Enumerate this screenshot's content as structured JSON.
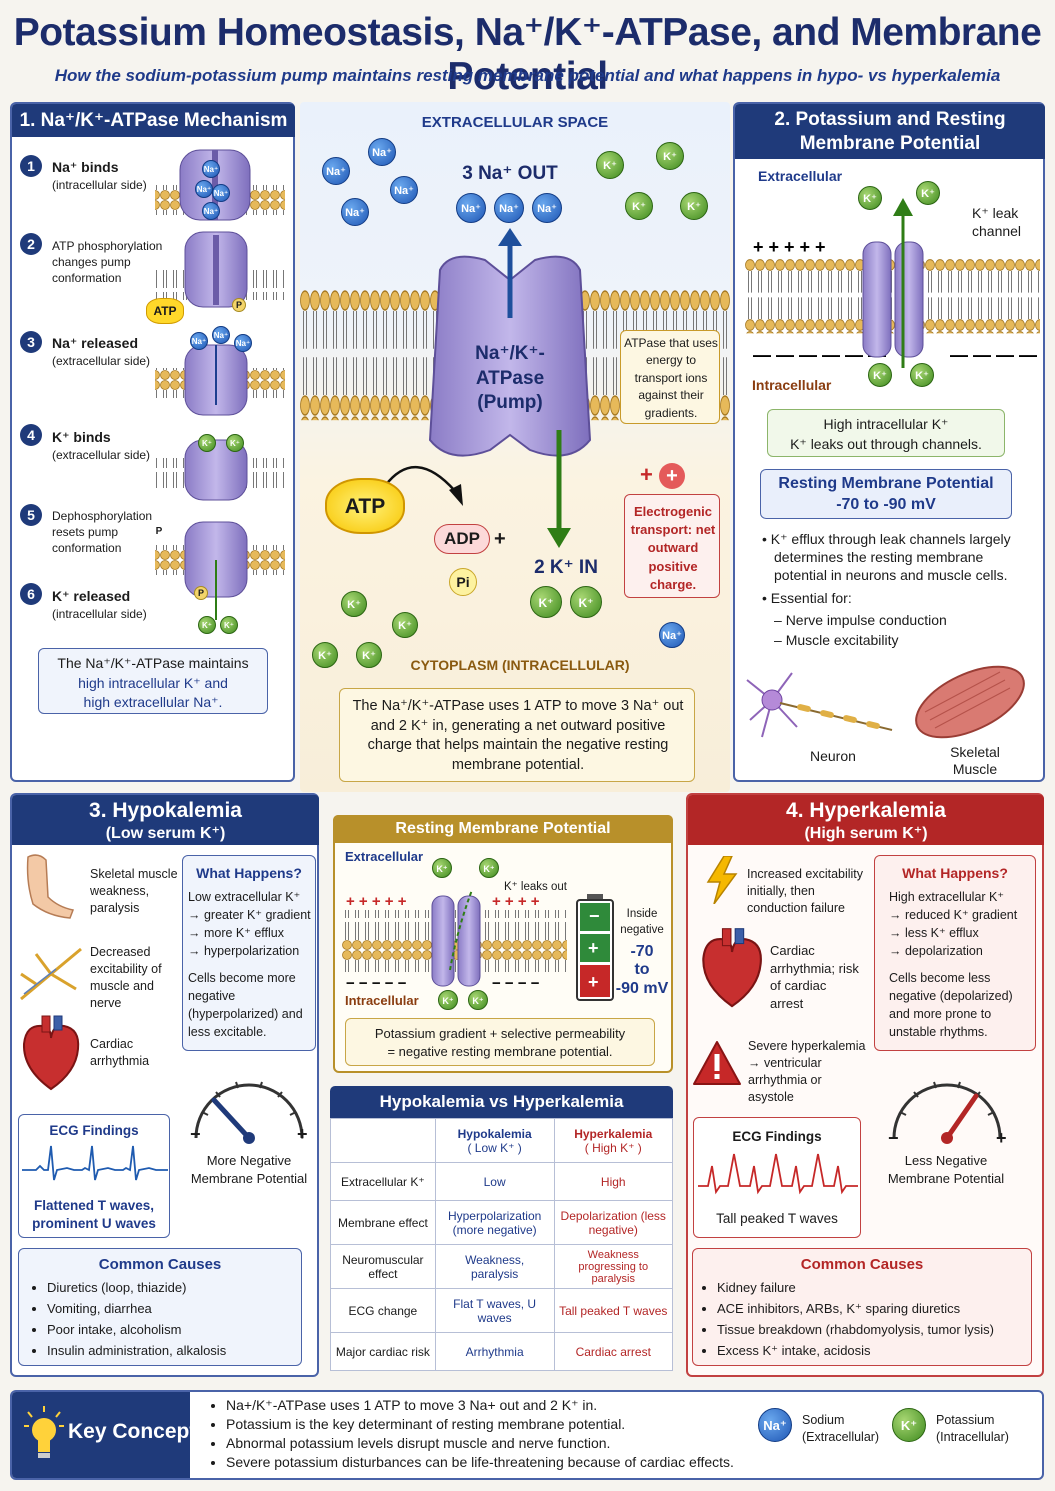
{
  "title": "Potassium Homeostasis, Na⁺/K⁺-ATPase, and Membrane Potential",
  "subtitle": "How the sodium-potassium pump maintains resting membrane potential and what happens in hypo- vs hyperkalemia",
  "panel1": {
    "header": "1. Na⁺/K⁺-ATPase Mechanism",
    "steps": [
      {
        "n": "1",
        "title": "Na⁺ binds",
        "desc": "(intracellular side)"
      },
      {
        "n": "2",
        "title": "ATP phosphorylation",
        "desc": "changes pump conformation"
      },
      {
        "n": "3",
        "title": "Na⁺ released",
        "desc": "(extracellular side)"
      },
      {
        "n": "4",
        "title": "K⁺ binds",
        "desc": "(extracellular side)"
      },
      {
        "n": "5",
        "title": "Dephosphorylation",
        "desc": "resets pump conformation"
      },
      {
        "n": "6",
        "title": "K⁺ released",
        "desc": "(intracellular side)"
      }
    ],
    "atp": "ATP",
    "p": "P",
    "summary_1": "The Na⁺/K⁺-ATPase maintains",
    "summary_2": "high intracellular K⁺ and",
    "summary_3": "high extracellular Na⁺."
  },
  "center": {
    "extracellular": "EXTRACELLULAR SPACE",
    "na_out": "3 Na⁺ OUT",
    "pump_1": "Na⁺/K⁺-",
    "pump_2": "ATPase",
    "pump_3": "(Pump)",
    "callout": "ATPase that uses energy to transport ions against their gradients.",
    "atp": "ATP",
    "adp": "ADP",
    "plus": "+",
    "pi": "Pi",
    "k_in": "2 K⁺ IN",
    "electrogenic": "Electrogenic transport: net outward positive charge.",
    "cytoplasm": "CYTOPLASM (INTRACELLULAR)",
    "summary": "The Na⁺/K⁺-ATPase uses 1 ATP to move 3 Na⁺ out and 2 K⁺ in, generating a net outward positive charge that helps maintain the negative resting membrane potential.",
    "na_label": "Na⁺",
    "k_label": "K⁺"
  },
  "panel2": {
    "header_1": "2. Potassium and Resting",
    "header_2": "Membrane Potential",
    "extracellular": "Extracellular",
    "intracellular": "Intracellular",
    "leak_1": "K⁺ leak",
    "leak_2": "channel",
    "box_1": "High intracellular K⁺",
    "box_2": "K⁺ leaks out through channels.",
    "rmp_1": "Resting Membrane Potential",
    "rmp_2": "-70 to -90 mV",
    "bullet_1": "K⁺ efflux through leak channels largely determines the resting membrane potential in neurons and muscle cells.",
    "bullet_2": "Essential for:",
    "sub_1": "Nerve impulse conduction",
    "sub_2": "Muscle excitability",
    "neuron": "Neuron",
    "muscle_1": "Skeletal",
    "muscle_2": "Muscle"
  },
  "panel3": {
    "header_1": "3. Hypokalemia",
    "header_2": "(Low serum K⁺)",
    "sym_1": "Skeletal muscle weakness, paralysis",
    "sym_2": "Decreased excitability of muscle and nerve",
    "sym_3": "Cardiac arrhythmia",
    "what_title": "What Happens?",
    "what_1": "Low extracellular K⁺",
    "what_2": "→ greater K⁺ gradient",
    "what_3": "→ more K⁺ efflux",
    "what_4": "→ hyperpolarization",
    "what_5": "Cells become more negative (hyperpolarized) and less excitable.",
    "ecg_title": "ECG Findings",
    "ecg_1": "Flattened T waves,",
    "ecg_2": "prominent U waves",
    "gauge_minus": "−",
    "gauge_plus": "+",
    "gauge_1": "More Negative",
    "gauge_2": "Membrane Potential",
    "causes_title": "Common Causes",
    "causes": [
      "Diuretics (loop, thiazide)",
      "Vomiting, diarrhea",
      "Poor intake, alcoholism",
      "Insulin administration, alkalosis"
    ]
  },
  "rmp_center": {
    "header": "Resting Membrane Potential",
    "extracellular": "Extracellular",
    "intracellular": "Intracellular",
    "leaks": "K⁺ leaks out",
    "inside_1": "Inside",
    "inside_2": "negative",
    "v1": "-70",
    "v2": "to",
    "v3": "-90 mV",
    "summary_1": "Potassium gradient + selective permeability",
    "summary_2": "= negative resting membrane potential."
  },
  "comparison": {
    "header": "Hypokalemia vs Hyperkalemia",
    "col_hypo_1": "Hypokalemia",
    "col_hypo_2": "( Low K⁺ )",
    "col_hyper_1": "Hyperkalemia",
    "col_hyper_2": "( High K⁺ )",
    "rows": [
      {
        "label": "Extracellular K⁺",
        "hypo": "Low",
        "hyper": "High"
      },
      {
        "label": "Membrane effect",
        "hypo": "Hyperpolarization (more negative)",
        "hyper": "Depolarization (less negative)"
      },
      {
        "label": "Neuromuscular effect",
        "hypo": "Weakness, paralysis",
        "hyper": "Weakness progressing to paralysis"
      },
      {
        "label": "ECG change",
        "hypo": "Flat T waves, U waves",
        "hyper": "Tall peaked T waves"
      },
      {
        "label": "Major cardiac risk",
        "hypo": "Arrhythmia",
        "hyper": "Cardiac arrest"
      }
    ]
  },
  "panel4": {
    "header_1": "4. Hyperkalemia",
    "header_2": "(High serum K⁺)",
    "sym_1": "Increased excitability initially, then conduction failure",
    "sym_2": "Cardiac arrhythmia; risk of cardiac arrest",
    "sym_3": "Severe hyperkalemia → ventricular arrhythmia or asystole",
    "what_title": "What Happens?",
    "what_1": "High extracellular K⁺",
    "what_2": "→ reduced K⁺ gradient",
    "what_3": "→ less K⁺ efflux",
    "what_4": "→ depolarization",
    "what_5": "Cells become less negative (depolarized) and more prone to unstable rhythms.",
    "ecg_title": "ECG Findings",
    "ecg_1": "Tall peaked T waves",
    "gauge_minus": "−",
    "gauge_plus": "+",
    "gauge_1": "Less Negative",
    "gauge_2": "Membrane Potential",
    "causes_title": "Common Causes",
    "causes": [
      "Kidney failure",
      "ACE inhibitors, ARBs, K⁺ sparing diuretics",
      "Tissue breakdown (rhabdomyolysis, tumor lysis)",
      "Excess K⁺ intake, acidosis"
    ]
  },
  "key": {
    "title": "Key Concepts",
    "items": [
      "Na+/K⁺-ATPase uses 1 ATP to move 3 Na+ out and 2 K⁺ in.",
      "Potassium is the key determinant of resting membrane potential.",
      "Abnormal potassium levels disrupt muscle and nerve function.",
      "Severe potassium disturbances can be life-threatening because of cardiac effects."
    ],
    "na_label": "Na⁺",
    "na_name": "Sodium",
    "na_loc": "(Extracellular)",
    "k_label": "K⁺",
    "k_name": "Potassium",
    "k_loc": "(Intracellular)"
  },
  "colors": {
    "navy": "#1f3a7a",
    "red": "#b32626",
    "na": "#1e56b4",
    "k": "#3e8a1e",
    "pump": "#9d8ed0"
  }
}
